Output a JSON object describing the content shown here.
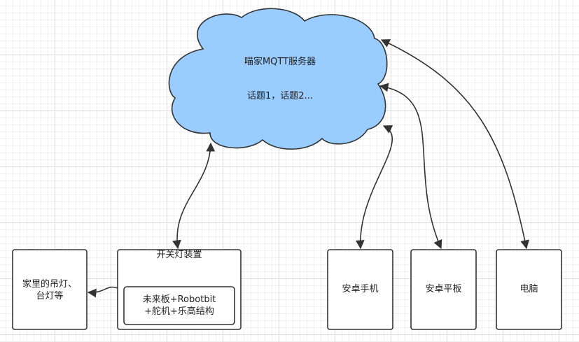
{
  "cloud": {
    "title": "喵家MQTT服务器",
    "topics": "话题1，话题2..."
  },
  "nodes": {
    "lights": {
      "line1": "家里的吊灯、",
      "line2": "台灯等"
    },
    "switch_device": {
      "title": "开关灯装置"
    },
    "controller": {
      "line1": "未来板+Robotbit",
      "line2": "+舵机+乐高结构"
    },
    "android_phone": {
      "label": "安卓手机"
    },
    "android_tablet": {
      "label": "安卓平板"
    },
    "computer": {
      "label": "电脑"
    }
  },
  "colors": {
    "cloud_fill": "#99CCFF",
    "stroke": "#333333",
    "box_fill": "#FFFFFF"
  }
}
